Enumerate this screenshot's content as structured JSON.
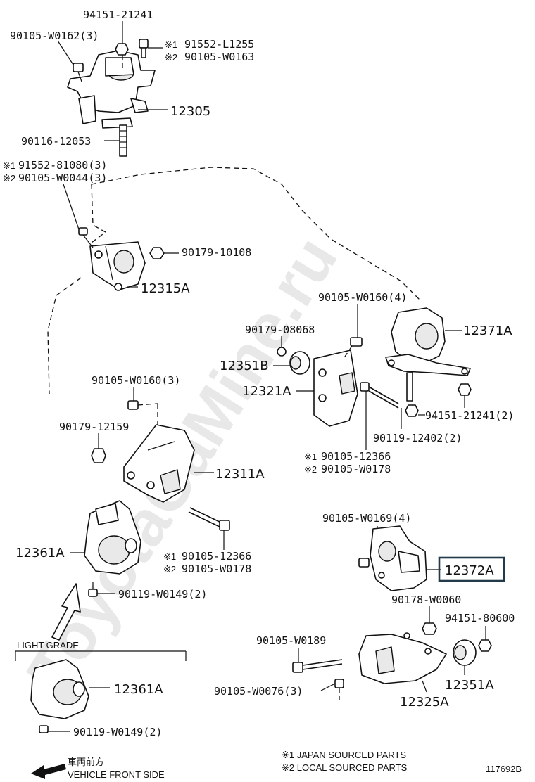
{
  "watermark": "ToyotaCaMine.ru",
  "callouts": {
    "c1": "94151-21241",
    "c2": "90105-W0162(3)",
    "c3_sym": "※1",
    "c3": "91552-L1255",
    "c4_sym": "※2",
    "c4": "90105-W0163",
    "c5": "12305",
    "c6": "90116-12053",
    "c7_sym": "※1",
    "c7": "91552-81080(3)",
    "c8_sym": "※2",
    "c8": "90105-W0044(3)",
    "c9": "90179-10108",
    "c10": "12315A",
    "c11": "90105-W0160(4)",
    "c12": "90179-08068",
    "c13": "12371A",
    "c14": "12351B",
    "c15": "12321A",
    "c16": "94151-21241(2)",
    "c17": "90105-W0160(3)",
    "c18": "90119-12402(2)",
    "c19": "90179-12159",
    "c20_sym": "※1",
    "c20": "90105-12366",
    "c21_sym": "※2",
    "c21": "90105-W0178",
    "c22": "12311A",
    "c23": "90105-W0169(4)",
    "c24": "12361A",
    "c25": "12372A",
    "c26_sym": "※1",
    "c26": "90105-12366",
    "c27_sym": "※2",
    "c27": "90105-W0178",
    "c28": "90119-W0149(2)",
    "c29": "90178-W0060",
    "c30": "94151-80600",
    "c31": "90105-W0189",
    "c32": "12351A",
    "c33": "90105-W0076(3)",
    "c34": "12325A",
    "c35": "12361A",
    "c36": "90119-W0149(2)"
  },
  "light_grade": "LIGHT GRADE",
  "legend": {
    "line1": "※1 JAPAN SOURCED PARTS",
    "line2": "※2 LOCAL SOURCED PARTS"
  },
  "direction": {
    "jp": "車両前方",
    "en": "VEHICLE FRONT SIDE"
  },
  "figure_id": "117692B",
  "highlight_part": "12372A",
  "colors": {
    "highlight_box": "#233a4a",
    "line": "#111111",
    "watermark": "#d6d6d6"
  }
}
